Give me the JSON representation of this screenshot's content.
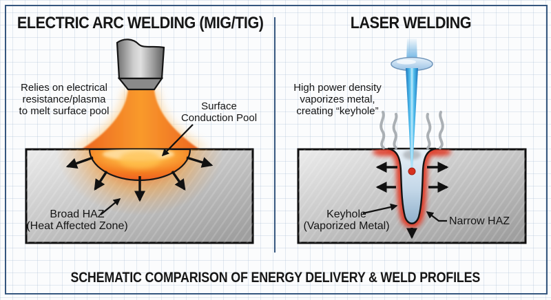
{
  "colors": {
    "frame_border": "#35567e",
    "flame_orange": "#f58220",
    "pool_orange": "#ef5a24",
    "laser_blue": "#29abe2",
    "haz_red": "#e03a28",
    "metal_gray": "#bfbfbf",
    "text_black": "#161616"
  },
  "left_panel": {
    "title": "ELECTRIC ARC WELDING (MIG/TIG)",
    "description_lines": [
      "Relies on electrical",
      "resistance/plasma",
      "to melt surface pool"
    ],
    "pool_label_lines": [
      "Surface",
      "Conduction Pool"
    ],
    "haz_label_lines": [
      "Broad HAZ",
      "(Heat Affected Zone)"
    ]
  },
  "right_panel": {
    "title": "LASER WELDING",
    "description_lines": [
      "High power density",
      "vaporizes metal,",
      "creating “keyhole”"
    ],
    "keyhole_label_lines": [
      "Keyhole",
      "(Vaporized Metal)"
    ],
    "haz_label": "Narrow HAZ"
  },
  "footer": {
    "caption": "SCHEMATIC COMPARISON OF ENERGY DELIVERY & WELD PROFILES"
  }
}
